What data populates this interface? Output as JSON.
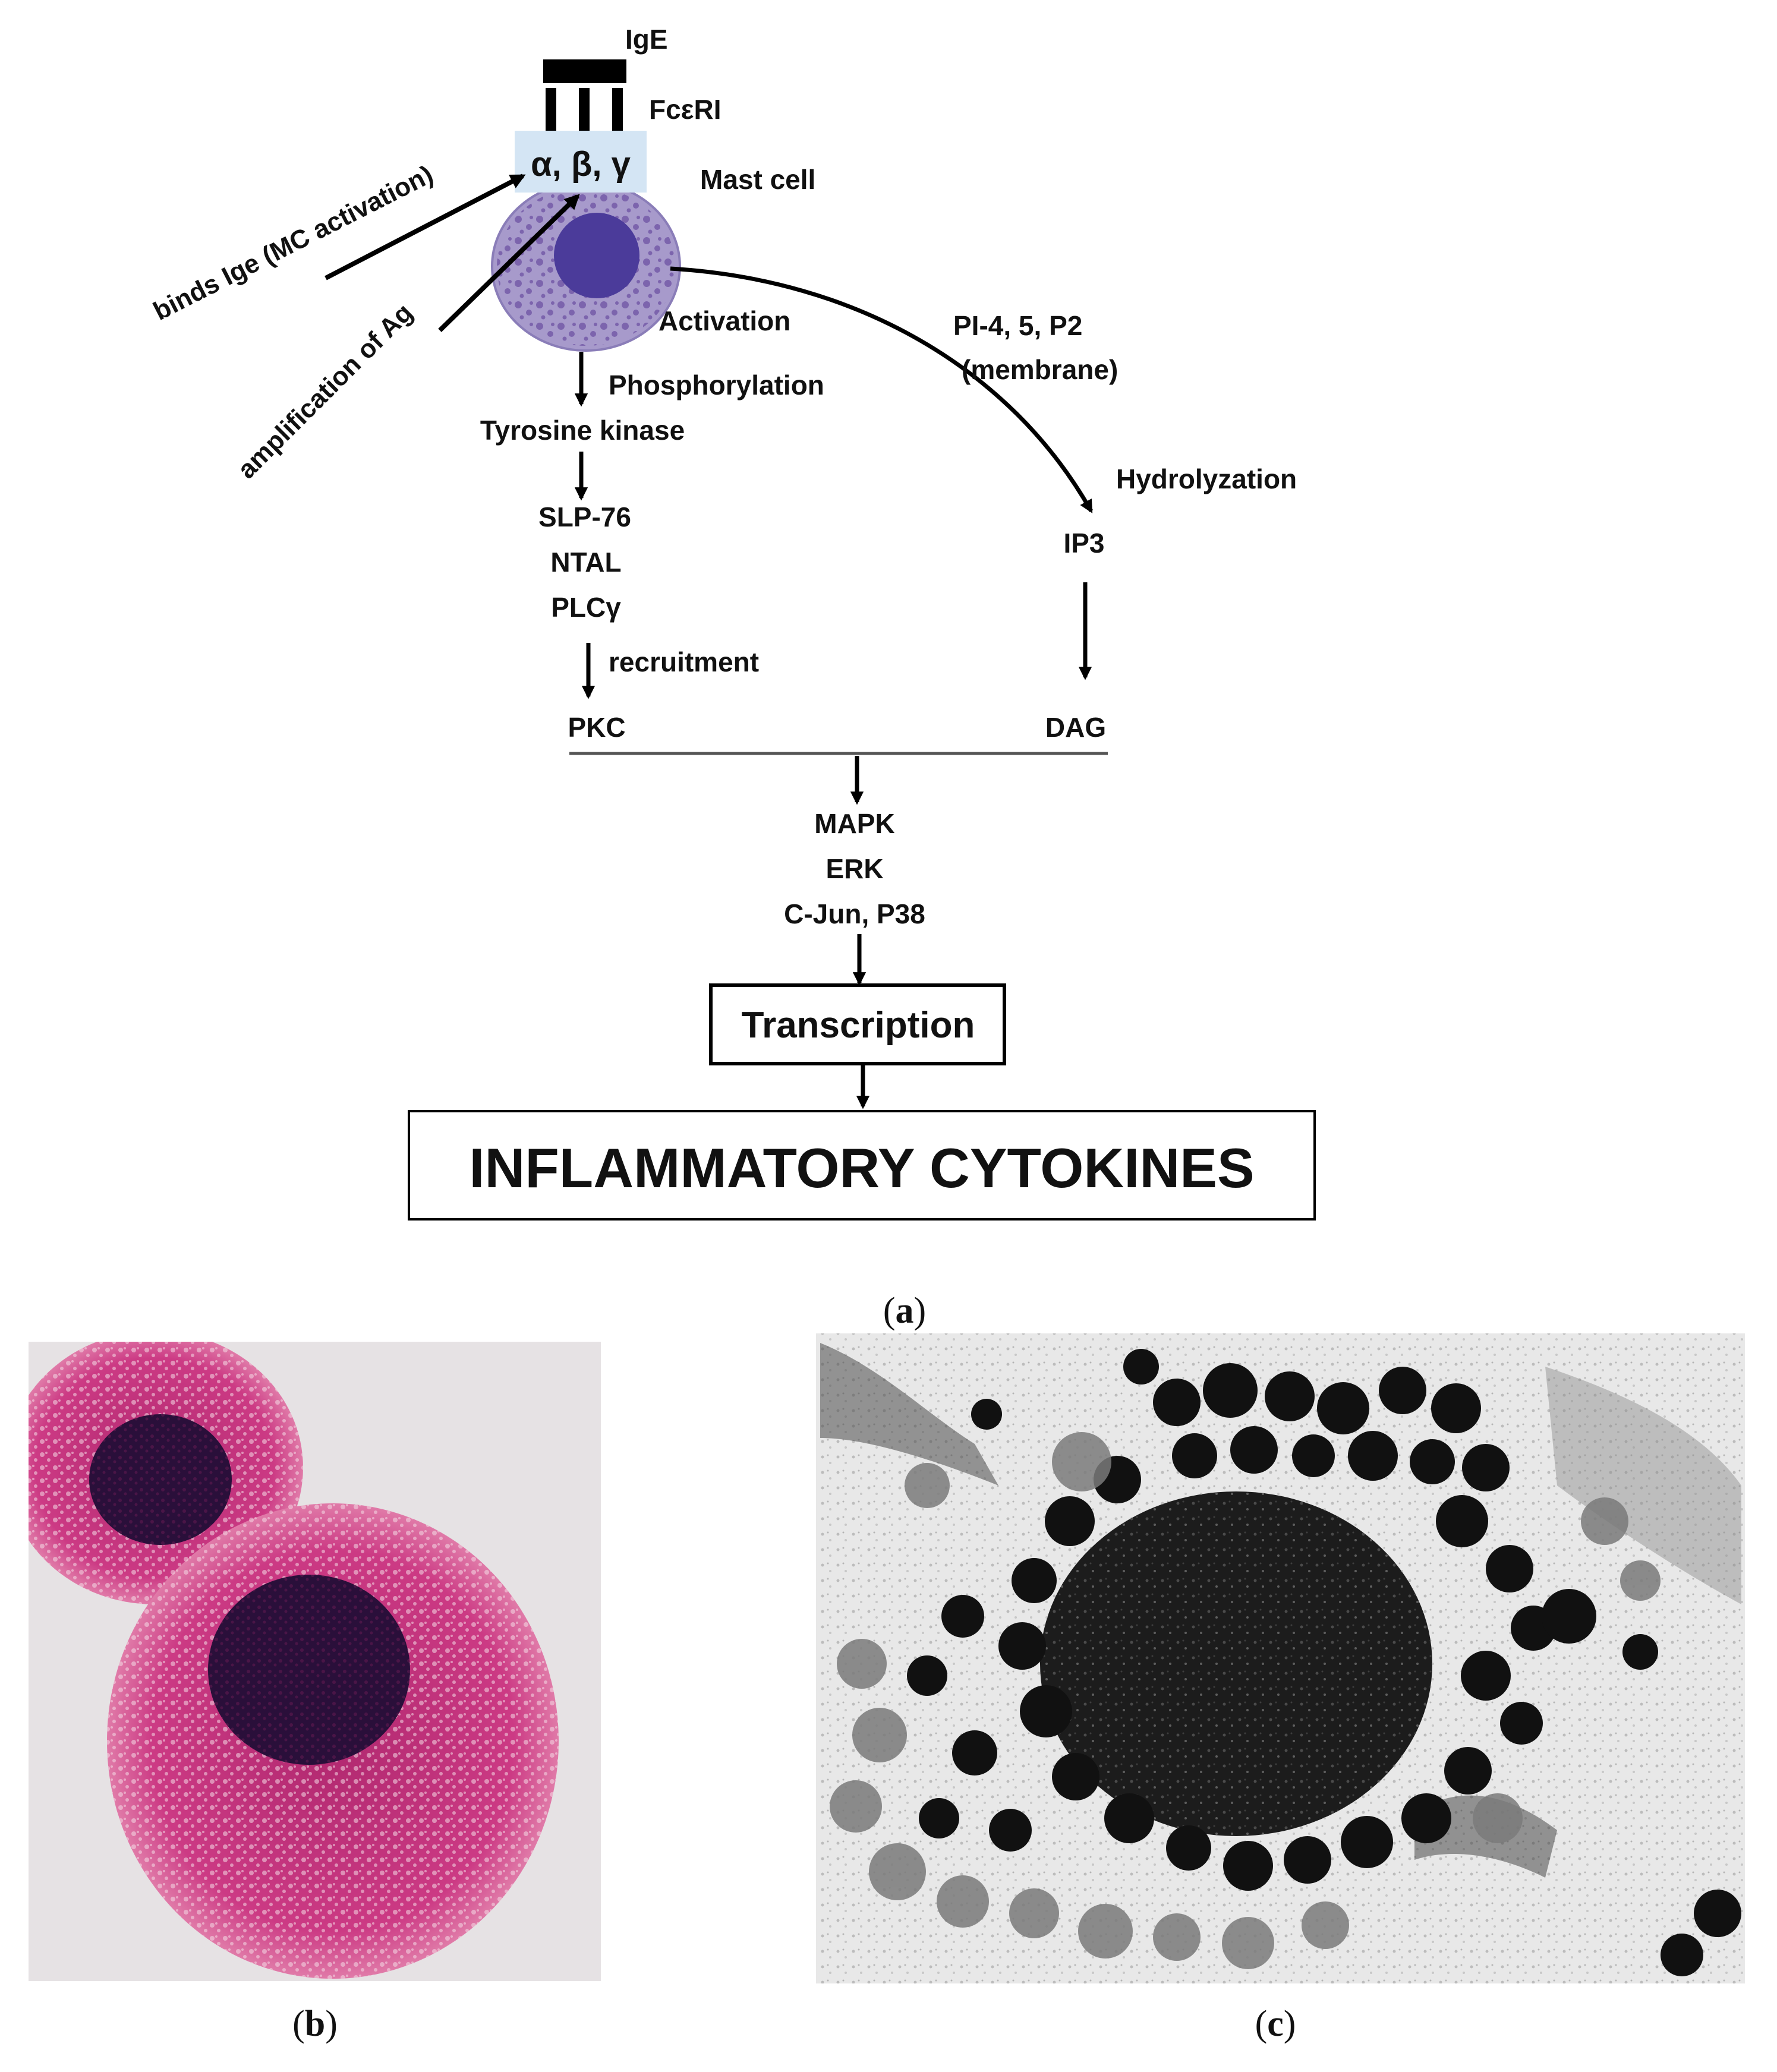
{
  "labels": {
    "ige": "IgE",
    "receptor": "FcεRI",
    "subunits": "α, β, γ",
    "mast_cell": "Mast cell",
    "binds_ige": "binds Ige (MC activation)",
    "amplification": "amplification of Ag",
    "activation": "Activation",
    "phosphorylation": "Phosphorylation",
    "tyrosine_kinase": "Tyrosine kinase",
    "slp76": "SLP-76",
    "ntal": "NTAL",
    "plc": "PLCγ",
    "recruitment": "recruitment",
    "pkc": "PKC",
    "pip2_line1": "PI-4, 5, P2",
    "pip2_line2": "(membrane)",
    "hydrolyzation": "Hydrolyzation",
    "ip3": "IP3",
    "dag": "DAG",
    "mapk": "MAPK",
    "erk": "ERK",
    "cjun": "C-Jun, P38",
    "transcription": "Transcription",
    "cytokines": "INFLAMMATORY CYTOKINES"
  },
  "captions": {
    "a_open": "(",
    "a_letter": "a",
    "a_close": ")",
    "b_open": "(",
    "b_letter": "b",
    "b_close": ")",
    "c_open": "(",
    "c_letter": "c",
    "c_close": ")"
  },
  "colors": {
    "cell_fill": "#a79acb",
    "nucleus": "#4b3b9a",
    "granule": "#7c64ad",
    "receptor_box": "#d4e5f4",
    "stain_pink": "#c8357e",
    "stain_dark": "#2a0f3a",
    "em_background": "#e8e8e8",
    "em_granule": "#111111"
  }
}
